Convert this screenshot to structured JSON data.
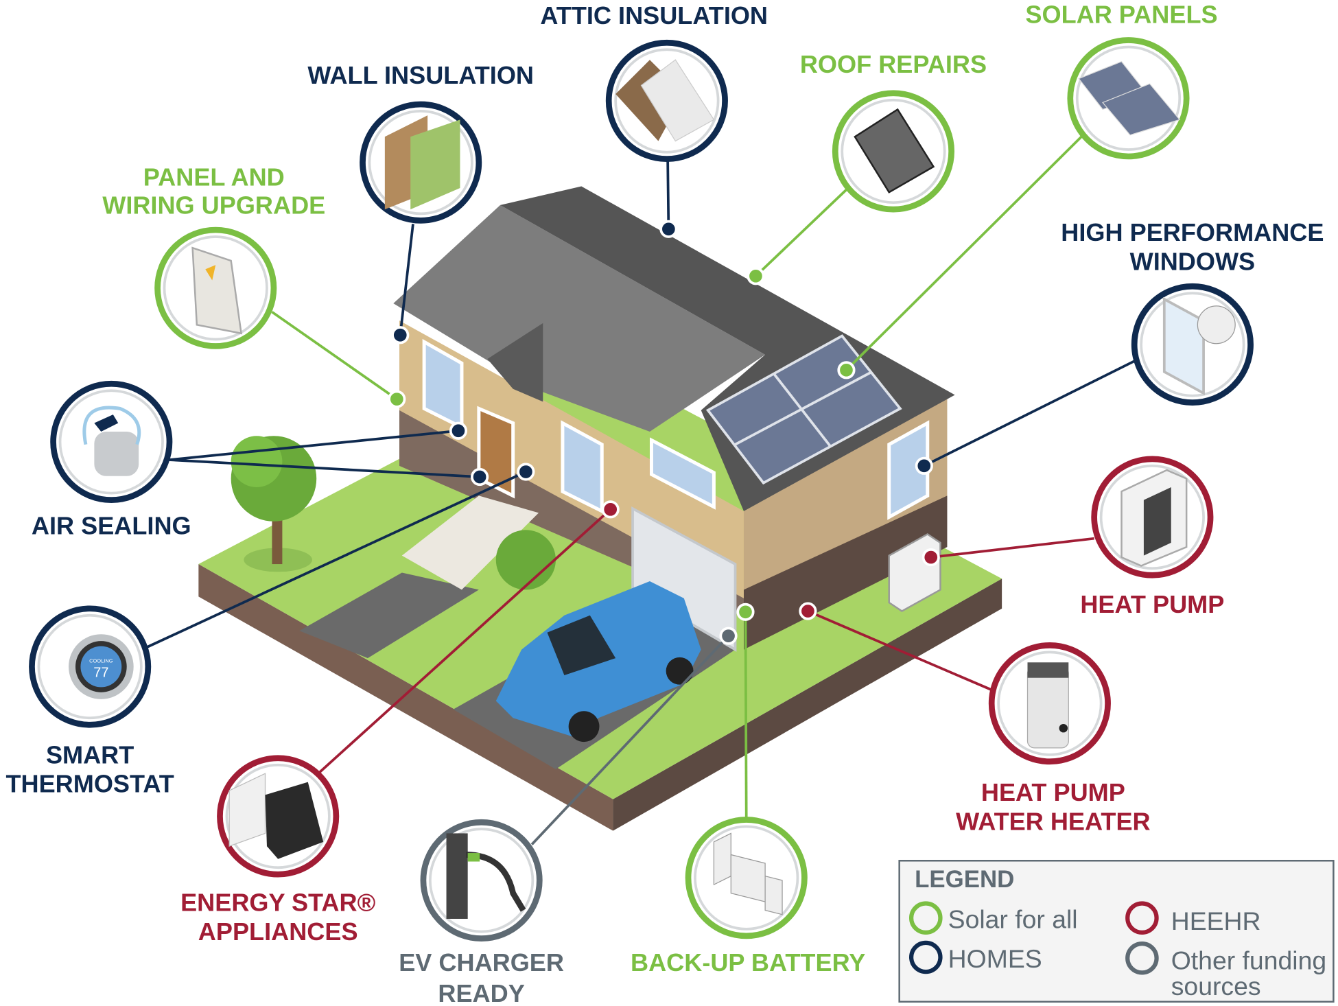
{
  "colors": {
    "solar_for_all": "#7bbf43",
    "homes": "#0f2a4f",
    "heehr": "#a11d35",
    "other": "#5e6a73"
  },
  "callouts": {
    "wall_insulation": {
      "label": "WALL INSULATION",
      "program": "homes",
      "icon": "wall-insulation-icon"
    },
    "attic_insulation": {
      "label": "ATTIC INSULATION",
      "program": "homes",
      "icon": "attic-insulation-icon"
    },
    "roof_repairs": {
      "label": "ROOF REPAIRS",
      "program": "solar_for_all",
      "icon": "roof-shingle-icon"
    },
    "solar_panels": {
      "label": "SOLAR PANELS",
      "program": "solar_for_all",
      "icon": "solar-panel-icon"
    },
    "windows": {
      "line1": "HIGH PERFORMANCE",
      "line2": "WINDOWS",
      "program": "homes",
      "icon": "window-icon"
    },
    "panel_wiring": {
      "line1": "PANEL AND",
      "line2": "WIRING UPGRADE",
      "program": "solar_for_all",
      "icon": "electrical-panel-icon"
    },
    "air_sealing": {
      "label": "AIR SEALING",
      "program": "homes",
      "icon": "caulk-gun-icon"
    },
    "thermostat": {
      "line1": "SMART",
      "line2": "THERMOSTAT",
      "program": "homes",
      "icon": "thermostat-icon",
      "display_text": "COOLING",
      "display_value": "77"
    },
    "energy_star": {
      "line1": "ENERGY STAR®",
      "line2": "APPLIANCES",
      "program": "heehr",
      "icon": "appliances-icon"
    },
    "ev_charger": {
      "line1": "EV CHARGER",
      "line2": "READY",
      "program": "other",
      "icon": "ev-charger-icon"
    },
    "battery": {
      "label": "BACK-UP BATTERY",
      "program": "solar_for_all",
      "icon": "battery-icon"
    },
    "heat_pump": {
      "label": "HEAT PUMP",
      "program": "heehr",
      "icon": "heat-pump-icon"
    },
    "water_heater": {
      "line1": "HEAT PUMP",
      "line2": "WATER HEATER",
      "program": "heehr",
      "icon": "water-heater-icon"
    }
  },
  "legend": {
    "title": "LEGEND",
    "items": [
      {
        "label": "Solar for all",
        "color": "#7bbf43"
      },
      {
        "label": "HEEHR",
        "color": "#a11d35"
      },
      {
        "label": "HOMES",
        "color": "#0f2a4f"
      },
      {
        "label_line1": "Other funding",
        "label_line2": "sources",
        "color": "#5e6a73"
      }
    ]
  }
}
